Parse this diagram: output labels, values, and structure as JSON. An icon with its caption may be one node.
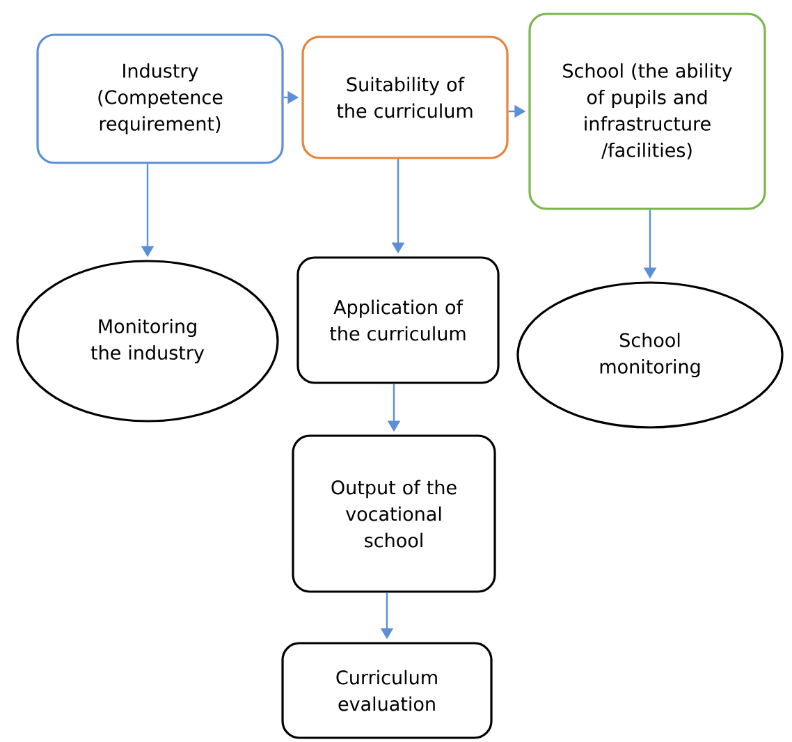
{
  "diagram": {
    "nodes": [
      {
        "text": [
          "Industry (Competence requirement)"
        ]
      },
      {
        "text": [
          "Suitability of the curriculum"
        ]
      },
      {
        "text": [
          "School (the ability of pupils and infrastructure /facilities)"
        ]
      },
      {
        "text": [
          "Monitoring the industry"
        ]
      },
      {
        "text": [
          "Application of the curriculum"
        ]
      },
      {
        "text": [
          "School monitoring"
        ]
      },
      {
        "text": [
          "Output of the vocational school"
        ]
      },
      {
        "text": [
          "Curriculum evaluation"
        ]
      }
    ],
    "edges": [
      {
        "from": 0,
        "to": 1,
        "arrow": "to"
      },
      {
        "from": 1,
        "to": 2,
        "arrow": "to"
      },
      {
        "from": 0,
        "to": 3,
        "arrow": "to"
      },
      {
        "from": 1,
        "to": 4,
        "arrow": "to"
      },
      {
        "from": 2,
        "to": 5,
        "arrow": "to"
      },
      {
        "from": 4,
        "to": 6,
        "arrow": "to"
      },
      {
        "from": 6,
        "to": 7,
        "arrow": "to"
      }
    ]
  }
}
